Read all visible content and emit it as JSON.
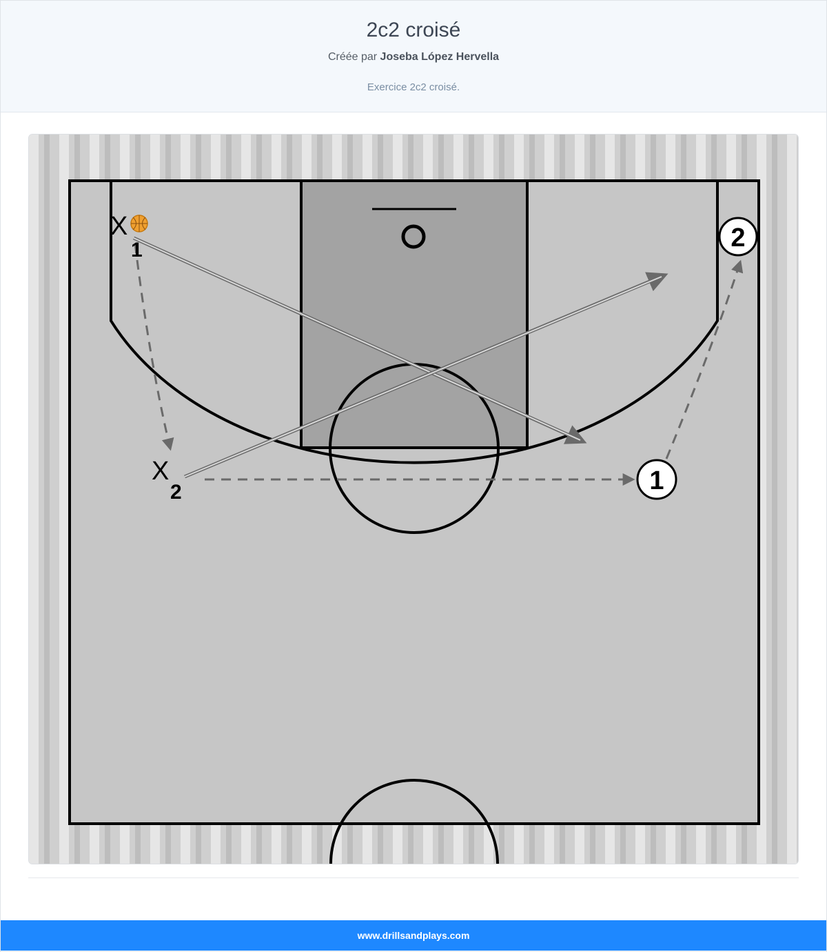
{
  "drill": {
    "title": "2c2 croisé",
    "author_prefix": "Créée par",
    "author_name": "Joseba López Hervella",
    "description": "Exercice 2c2 croisé."
  },
  "diagram": {
    "defenders": [
      {
        "letter": "X",
        "number": "1",
        "has_ball": true
      },
      {
        "letter": "X",
        "number": "2",
        "has_ball": false
      }
    ],
    "attackers": [
      {
        "number": "1"
      },
      {
        "number": "2"
      }
    ]
  },
  "footer": {
    "link_text": "www.drillsandplays.com"
  },
  "colors": {
    "footer_bg": "#1e88ff",
    "header_bg": "#f4f8fc",
    "court": "#c4c4c4",
    "paint": "#9e9e9e",
    "ball": "#f0a030"
  },
  "icons": {
    "ball": "basketball-icon",
    "basket": "hoop-icon"
  }
}
